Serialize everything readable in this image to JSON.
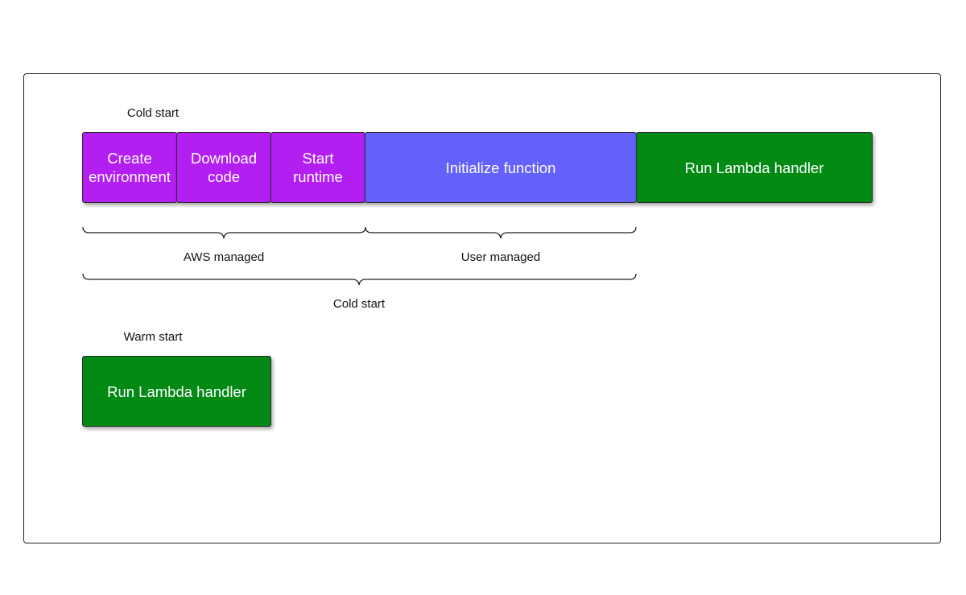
{
  "diagram": {
    "cold_start_label": "Cold start",
    "warm_start_label": "Warm start",
    "cold_steps": [
      {
        "label": "Create\nenvironment",
        "color": "#b21ff0"
      },
      {
        "label": "Download\ncode",
        "color": "#b21ff0"
      },
      {
        "label": "Start\nruntime",
        "color": "#b21ff0"
      },
      {
        "label": "Initialize function",
        "color": "#6461fc"
      },
      {
        "label": "Run Lambda handler",
        "color": "#038a15"
      }
    ],
    "warm_steps": [
      {
        "label": "Run Lambda handler",
        "color": "#038a15"
      }
    ],
    "braces": {
      "aws_managed": "AWS managed",
      "user_managed": "User managed",
      "cold_start": "Cold start"
    }
  }
}
